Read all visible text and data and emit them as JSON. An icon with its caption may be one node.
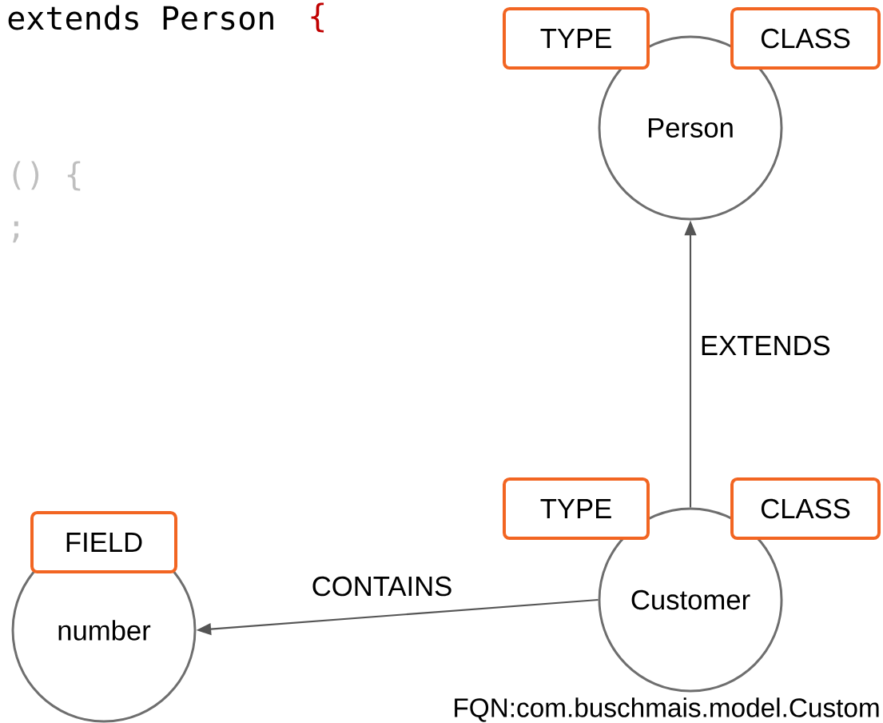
{
  "diagram": {
    "nodes": [
      {
        "text": [
          "Person"
        ]
      },
      {
        "text": [
          "TYPE"
        ]
      },
      {
        "text": [
          "CLASS"
        ]
      },
      {
        "text": [
          "Customer"
        ],
        "beside": [
          "FQN:com.buschmais.model.Custom"
        ]
      },
      {
        "text": [
          "TYPE"
        ]
      },
      {
        "text": [
          "CLASS"
        ]
      },
      {
        "text": [
          "number"
        ]
      },
      {
        "text": [
          "FIELD"
        ]
      }
    ],
    "edges": [
      {
        "from": 3,
        "to": 0,
        "arrow": "to",
        "label": "EXTENDS"
      },
      {
        "from": 3,
        "to": 6,
        "arrow": "to",
        "label": "CONTAINS"
      }
    ],
    "labels": [
      "extends Person",
      "{",
      "() {",
      ";"
    ]
  }
}
